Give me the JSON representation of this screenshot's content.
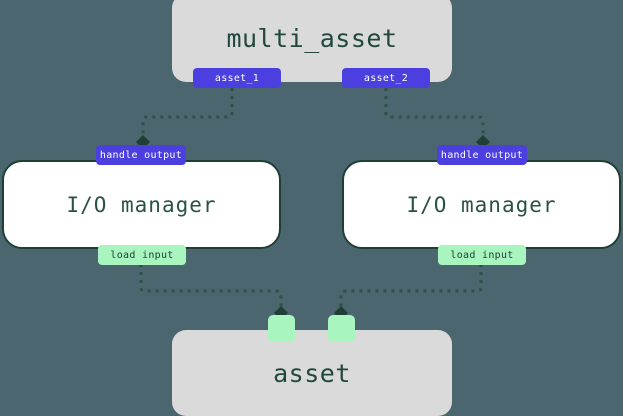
{
  "diagram": {
    "background_color": "#4c6670",
    "nodes": [
      {
        "id": "multi_asset",
        "label": "multi_asset",
        "kind": "asset-node"
      },
      {
        "id": "io_manager_left",
        "label": "I/O manager",
        "kind": "io-manager-node"
      },
      {
        "id": "io_manager_right",
        "label": "I/O manager",
        "kind": "io-manager-node"
      },
      {
        "id": "asset",
        "label": "asset",
        "kind": "asset-node"
      }
    ],
    "output_tags": [
      {
        "id": "asset_1",
        "label": "asset_1",
        "color": "#4b3fe0"
      },
      {
        "id": "asset_2",
        "label": "asset_2",
        "color": "#4b3fe0"
      }
    ],
    "handle_output_tags": [
      {
        "id": "handle_output_left",
        "label": "handle output",
        "color": "#4b3fe0"
      },
      {
        "id": "handle_output_right",
        "label": "handle output",
        "color": "#4b3fe0"
      }
    ],
    "load_input_tags": [
      {
        "id": "load_input_left",
        "label": "load input",
        "color": "#a8f5bf"
      },
      {
        "id": "load_input_right",
        "label": "load input",
        "color": "#a8f5bf"
      }
    ],
    "ports": [
      {
        "id": "asset_port_left",
        "color": "#a8f5bf"
      },
      {
        "id": "asset_port_right",
        "color": "#a8f5bf"
      }
    ],
    "edges": [
      {
        "id": "edge-asset1-to-handle-output-left",
        "from": "asset_1",
        "to": "handle_output_left",
        "style": "dotted",
        "arrow": "diamond"
      },
      {
        "id": "edge-asset2-to-handle-output-right",
        "from": "asset_2",
        "to": "handle_output_right",
        "style": "dotted",
        "arrow": "diamond"
      },
      {
        "id": "edge-load-input-left-to-asset-port-left",
        "from": "load_input_left",
        "to": "asset_port_left",
        "style": "dotted",
        "arrow": "diamond"
      },
      {
        "id": "edge-load-input-right-to-asset-port-right",
        "from": "load_input_right",
        "to": "asset_port_right",
        "style": "dotted",
        "arrow": "diamond"
      }
    ],
    "edge_color": "#2c5246"
  }
}
